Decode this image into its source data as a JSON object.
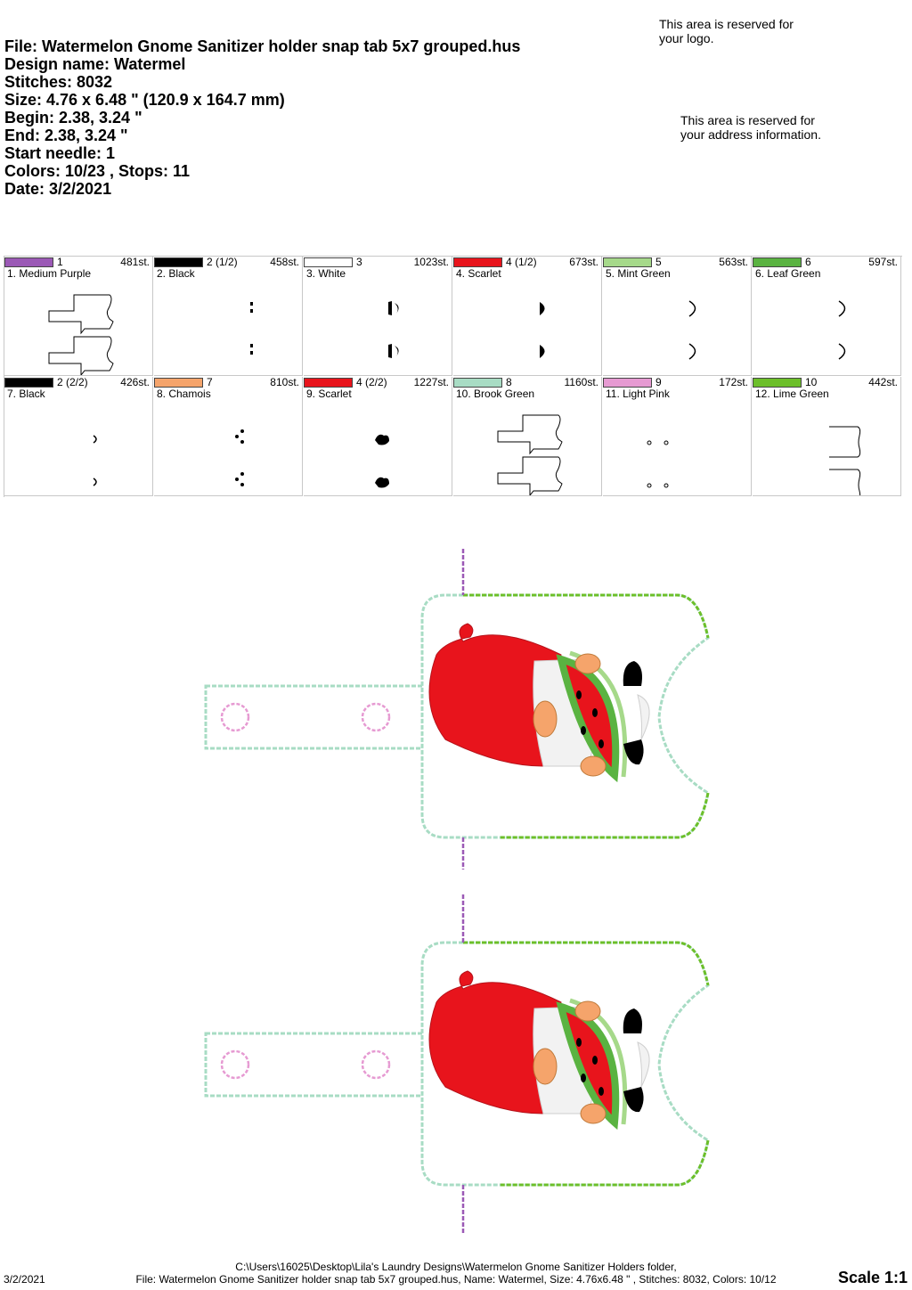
{
  "header": {
    "file": "File: Watermelon Gnome Sanitizer holder snap tab 5x7 grouped.hus",
    "design_name": "Design name: Watermel",
    "stitches": "Stitches: 8032",
    "size": "Size: 4.76 x 6.48 \" (120.9 x 164.7 mm)",
    "begin": "Begin: 2.38, 3.24 \"",
    "end": "End: 2.38, 3.24 \"",
    "start_needle": "Start needle: 1",
    "colors": "Colors: 10/23 , Stops: 11",
    "date": "Date: 3/2/2021"
  },
  "reserved": {
    "logo": "This area is reserved for your logo.",
    "address": "This area is reserved for your address information."
  },
  "colors": [
    {
      "num": "1",
      "stitches": "481st.",
      "name": "1. Medium Purple",
      "hex": "#9b59b6",
      "icon": "holder-outline-icon"
    },
    {
      "num": "2 (1/2)",
      "stitches": "458st.",
      "name": "2. Black",
      "hex": "#000000",
      "icon": "eyes-dots-icon"
    },
    {
      "num": "3",
      "stitches": "1023st.",
      "name": "3. White",
      "hex": "#ffffff",
      "icon": "beard-icon"
    },
    {
      "num": "4 (1/2)",
      "stitches": "673st.",
      "name": "4. Scarlet",
      "hex": "#e8141c",
      "icon": "half-circle-icon"
    },
    {
      "num": "5",
      "stitches": "563st.",
      "name": "5. Mint Green",
      "hex": "#a6d98a",
      "icon": "crescent-icon"
    },
    {
      "num": "6",
      "stitches": "597st.",
      "name": "6. Leaf Green",
      "hex": "#5ab341",
      "icon": "crescent-icon"
    },
    {
      "num": "2 (2/2)",
      "stitches": "426st.",
      "name": "7. Black",
      "hex": "#000000",
      "icon": "small-arc-icon"
    },
    {
      "num": "7",
      "stitches": "810st.",
      "name": "8. Chamois",
      "hex": "#f5a46b",
      "icon": "seeds-icon"
    },
    {
      "num": "4 (2/2)",
      "stitches": "1227st.",
      "name": "9. Scarlet",
      "hex": "#e8141c",
      "icon": "hat-icon"
    },
    {
      "num": "8",
      "stitches": "1160st.",
      "name": "10. Brook Green",
      "hex": "#a8dcc4",
      "icon": "holder-outline-icon"
    },
    {
      "num": "9",
      "stitches": "172st.",
      "name": "11. Light Pink",
      "hex": "#e69ad2",
      "icon": "snap-circles-icon"
    },
    {
      "num": "10",
      "stitches": "442st.",
      "name": "12. Lime Green",
      "hex": "#6cbf2a",
      "icon": "bracket-icon"
    }
  ],
  "footer": {
    "date": "3/2/2021",
    "path": "C:\\Users\\16025\\Desktop\\Lila's Laundry Designs\\Watermelon Gnome Sanitizer Holders folder,",
    "summary": "File: Watermelon Gnome Sanitizer holder snap tab 5x7 grouped.hus, Name: Watermel, Size: 4.76x6.48 \" , Stitches: 8032, Colors: 10/12",
    "scale": "Scale 1:1"
  }
}
